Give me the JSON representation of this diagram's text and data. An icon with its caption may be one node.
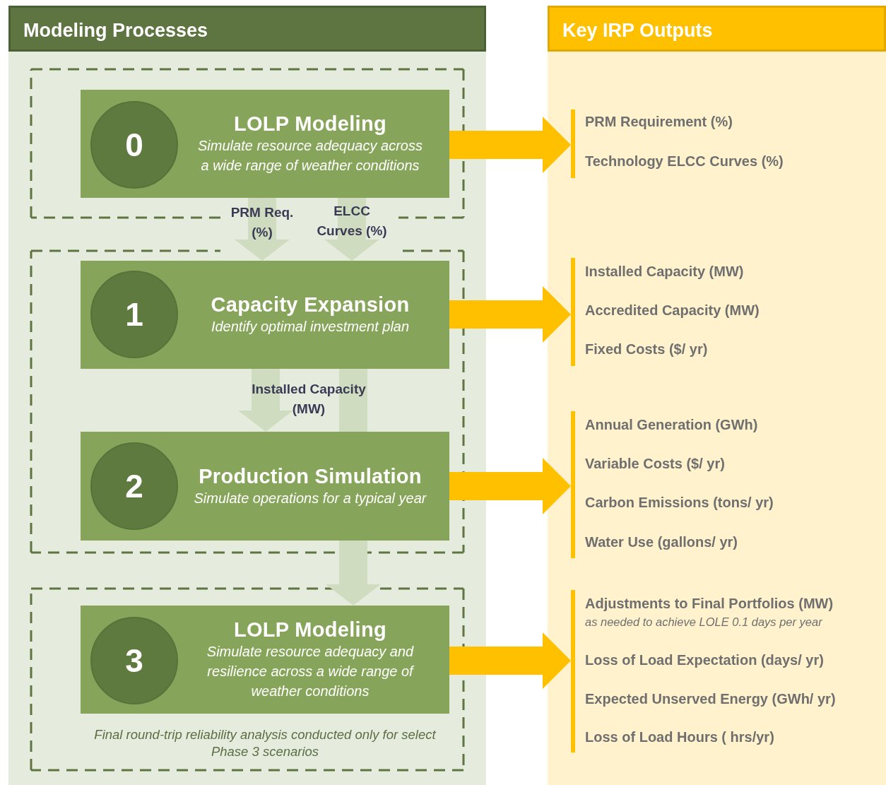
{
  "diagram": {
    "nodes": [
      {
        "text": [
          "Modeling Processes"
        ]
      },
      {
        "text": [],
        "shape": "box",
        "in": 0
      },
      {
        "text": [
          "LOLP Modeling",
          "Simulate resource adequacy across a wide range of weather conditions"
        ],
        "in": 1
      },
      {
        "text": [
          "0"
        ],
        "in": 2
      },
      {
        "text": [],
        "shape": "box",
        "in": 0
      },
      {
        "text": [
          "Capacity Expansion",
          "Identify optimal investment plan"
        ],
        "in": 4
      },
      {
        "text": [
          "1"
        ],
        "in": 5
      },
      {
        "text": [
          "Production Simulation",
          "Simulate operations for a typical year"
        ],
        "in": 4
      },
      {
        "text": [
          "2"
        ],
        "in": 7
      },
      {
        "text": [
          "Final round-trip reliability analysis conducted only for select Phase 3 scenarios"
        ],
        "in": 0
      },
      {
        "text": [
          "LOLP Modeling",
          "Simulate resource adequacy and resilience across a wide range of weather conditions"
        ],
        "in": 9
      },
      {
        "text": [
          "3"
        ],
        "in": 10
      },
      {
        "text": [
          "Key IRP Outputs"
        ]
      },
      {
        "text": [
          "PRM Requirement (%)",
          "Technology ELCC Curves (%)"
        ],
        "in": 12
      },
      {
        "text": [
          "Installed Capacity (MW)",
          "Accredited Capacity (MW)",
          "Fixed Costs ($/ yr)"
        ],
        "in": 12
      },
      {
        "text": [
          "Annual Generation (GWh)",
          "Variable Costs ($/ yr)",
          "Carbon Emissions (tons/ yr)",
          "Water Use (gallons/ yr)"
        ],
        "in": 12
      },
      {
        "text": [
          "Adjustments to Final Portfolios (MW)",
          "as needed to achieve LOLE 0.1 days per year",
          "Loss of Load Expectation (days/ yr)",
          "Expected Unserved Energy (GWh/ yr)",
          "Loss of Load Hours ( hrs/yr)"
        ],
        "in": 12
      }
    ],
    "edges": [
      {
        "from": 2,
        "to": 5,
        "arrow": "to",
        "label": "PRM Req. (%)",
        "style": "thick"
      },
      {
        "from": 2,
        "to": 5,
        "arrow": "to",
        "label": "ELCC Curves (%)",
        "style": "thick"
      },
      {
        "from": 5,
        "to": 7,
        "arrow": "to",
        "label": "Installed Capacity (MW)",
        "style": "thick"
      },
      {
        "from": 5,
        "to": 7,
        "arrow": "none",
        "style": "thick"
      },
      {
        "from": 7,
        "to": 10,
        "arrow": "to",
        "style": "thick"
      },
      {
        "from": 2,
        "to": 13,
        "arrow": "to",
        "style": "thick",
        "color": "#ffc000"
      },
      {
        "from": 5,
        "to": 14,
        "arrow": "to",
        "style": "thick",
        "color": "#ffc000"
      },
      {
        "from": 7,
        "to": 15,
        "arrow": "to",
        "style": "thick",
        "color": "#ffc000"
      },
      {
        "from": 10,
        "to": 16,
        "arrow": "to",
        "style": "thick",
        "color": "#ffc000"
      }
    ]
  }
}
